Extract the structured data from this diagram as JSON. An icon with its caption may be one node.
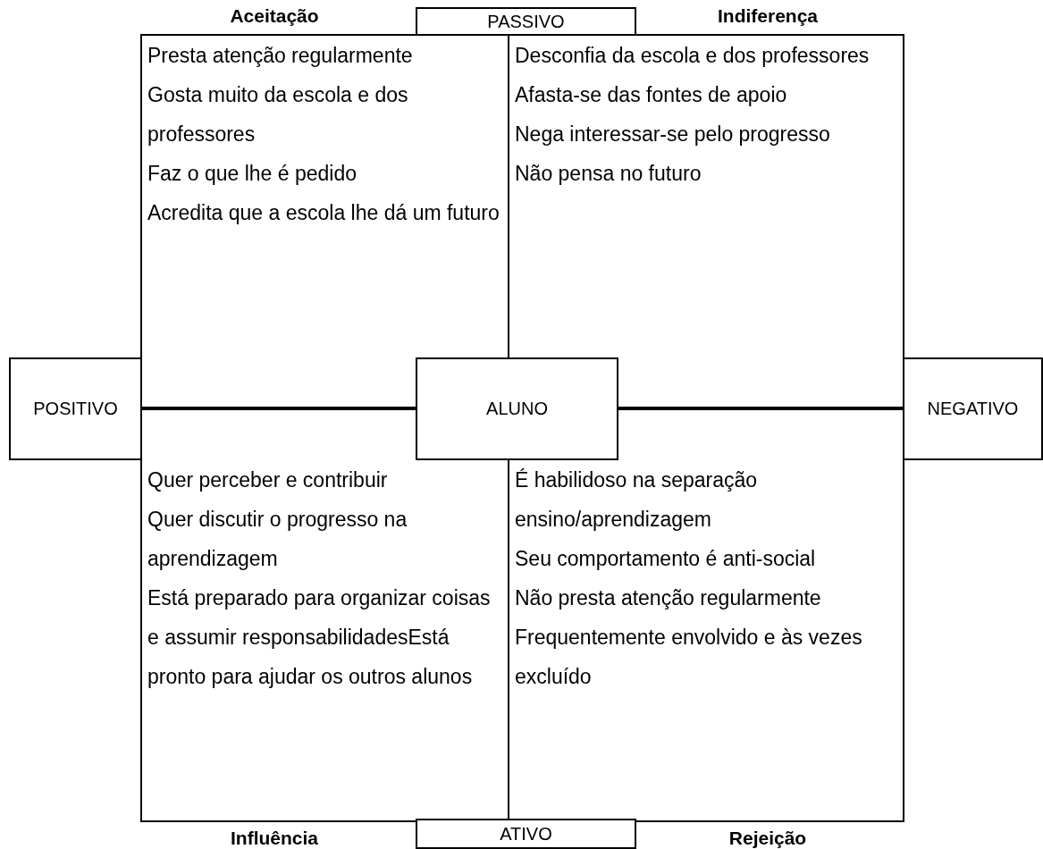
{
  "diagram": {
    "nodes": [
      {
        "text": [
          "Aceitação",
          "Presta atenção regularmente",
          "Gosta muito da escola e dos professores",
          "Faz o que lhe é pedido",
          "Acredita que a escola lhe dá um futuro"
        ]
      },
      {
        "text": [
          "PASSIVO"
        ]
      },
      {
        "text": [
          "Indiferença",
          "Desconfia da escola e dos professores",
          "Afasta-se das fontes de apoio",
          "Nega interessar-se pelo progresso",
          "Não pensa no futuro"
        ]
      },
      {
        "text": [
          "POSITIVO"
        ]
      },
      {
        "text": [
          "ALUNO"
        ]
      },
      {
        "text": [
          "NEGATIVO"
        ]
      },
      {
        "text": [
          "Quer perceber e contribuir",
          "Quer discutir o progresso na aprendizagem",
          "Está preparado para organizar coisas e assumir responsabilidadesEstá pronto para ajudar os outros alunos",
          "Influência"
        ]
      },
      {
        "text": [
          "ATIVO"
        ]
      },
      {
        "text": [
          "É habilidoso na separação ensino/aprendizagem",
          "Seu comportamento é anti-social",
          "Não presta atenção regularmente",
          "Frequentemente envolvido e às vezes excluído",
          "Rejeição"
        ]
      }
    ]
  }
}
